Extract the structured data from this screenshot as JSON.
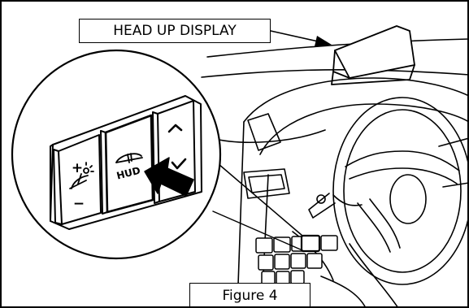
{
  "diagram": {
    "callout_label": "HEAD UP DISPLAY",
    "figure_caption": "Figure 4",
    "switch_labels": {
      "plus": "+",
      "minus": "−",
      "hud": "HUD"
    },
    "icons": {
      "brightness_adjust": "brightness-wiper-icon",
      "hud_toggle": "hud-windshield-icon",
      "up": "chevron-up-icon",
      "down": "checkmark-icon",
      "pointer": "pointing-arrow-icon"
    },
    "colors": {
      "line": "#000000",
      "background": "#ffffff"
    }
  }
}
